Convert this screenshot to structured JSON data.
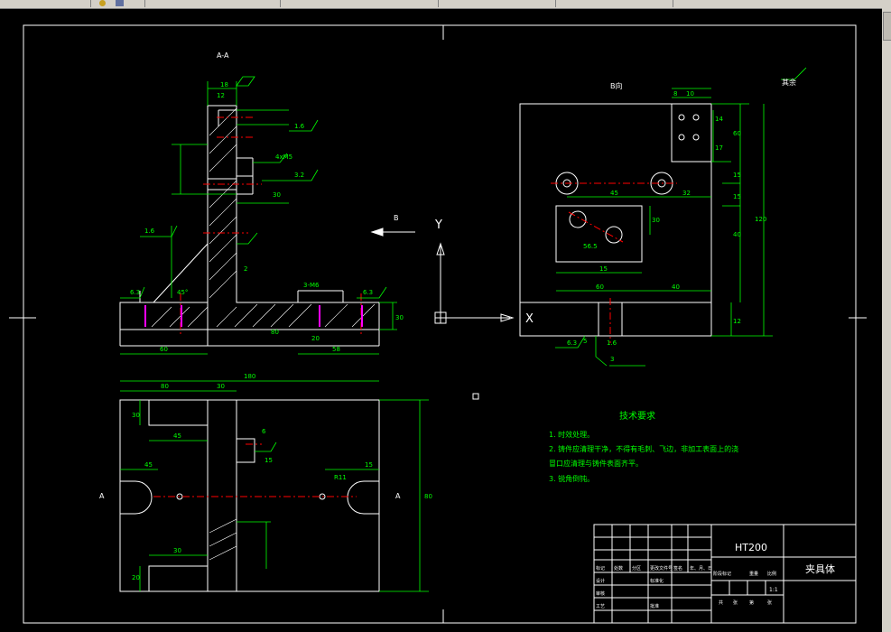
{
  "app": {
    "menu_icons": [
      "tool-icon",
      "layer-icon"
    ]
  },
  "colors": {
    "background": "#000000",
    "line": "#ffffff",
    "dimension": "#00ff00",
    "centerline": "#ff0000",
    "text": "#ffffff",
    "ucs": "#ffffff"
  },
  "views": {
    "section_label": "A-A",
    "view_b_label": "B向",
    "arrow_b_label": "B",
    "axis_x": "X",
    "axis_y": "Y",
    "roughness_rest": "其余"
  },
  "dims_section": {
    "d1": "18",
    "d2": "12",
    "d3": "1.6",
    "d4": "4xM5",
    "d5": "3.2",
    "d6": "30",
    "d7": "1.6",
    "d8": "2",
    "d9": "45°",
    "d10": "3-M6",
    "d11": "6.3",
    "d12": "6.3",
    "d13": "80",
    "d14": "20",
    "d15": "60",
    "d16": "58",
    "d17": "30"
  },
  "dims_plan": {
    "p1": "180",
    "p2": "80",
    "p3": "30",
    "p4": "30",
    "p5": "45",
    "p6": "6",
    "p7": "15",
    "p8": "45",
    "p9": "R11",
    "p10": "15",
    "p11": "20",
    "p12": "30",
    "p13": "80",
    "p14": "A",
    "p15": "A"
  },
  "dims_viewb": {
    "b1": "8",
    "b2": "10",
    "b3": "14",
    "b4": "17",
    "b5": "60",
    "b6": "15",
    "b7": "15",
    "b8": "45",
    "b9": "32",
    "b10": "40",
    "b11": "120",
    "b12": "30",
    "b13": "56.5",
    "b14": "15",
    "b15": "60",
    "b16": "40",
    "b17": "6.3",
    "b18": "1.6",
    "b19": "3",
    "b20": "5",
    "b21": "12"
  },
  "tech": {
    "title": "技术要求",
    "lines": [
      "1. 时效处理。",
      "2. 铸件应清理干净，不得有毛刺、飞边，非加工表面上的浇",
      "冒口应清理与铸件表面齐平。",
      "3. 锐角倒钝。"
    ]
  },
  "title_block": {
    "material": "HT200",
    "part_name": "夹具体",
    "scale": "1:1",
    "labels": [
      "标记",
      "处数",
      "分区",
      "更改文件号",
      "签名",
      "年、月、日",
      "设计",
      "标准化",
      "阶段标记",
      "重量",
      "比例",
      "审核",
      "工艺",
      "批准",
      "共",
      "张",
      "第",
      "张"
    ]
  }
}
